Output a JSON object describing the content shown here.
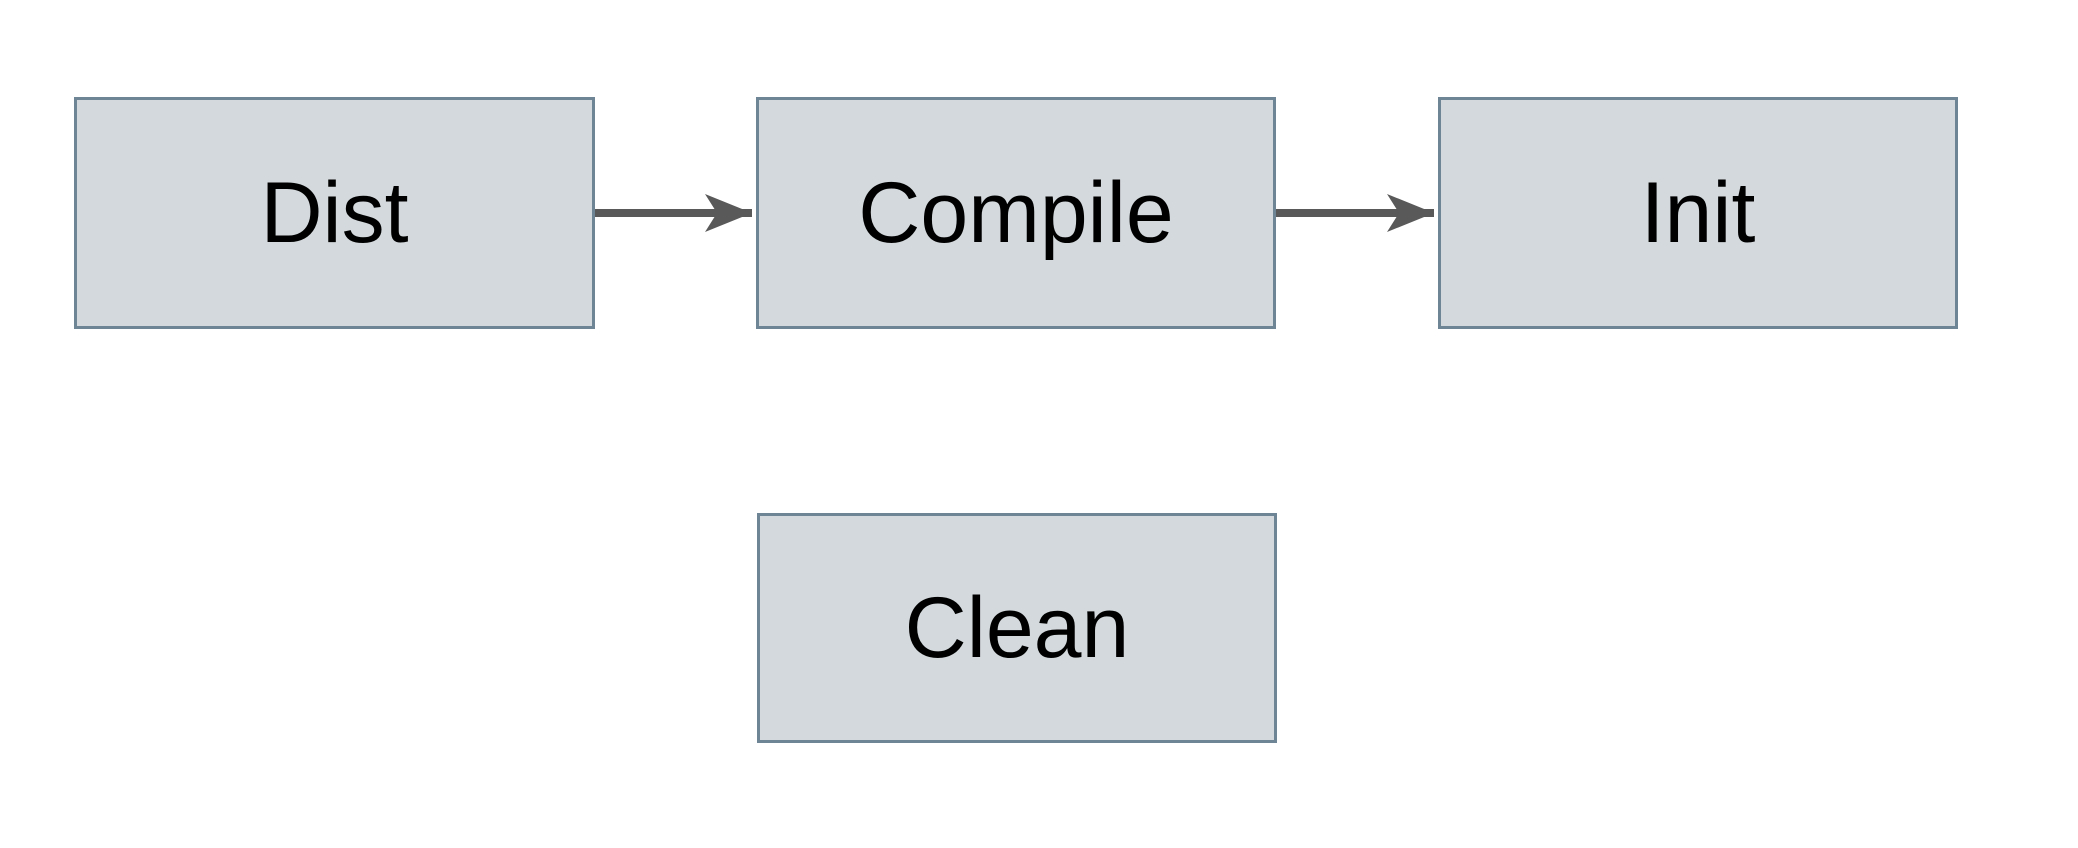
{
  "colors": {
    "page_background": "#ffffff",
    "node_fill": "#d3d9dc",
    "node_border": "#6d8594",
    "arrow": "#595959",
    "label": "#000000"
  },
  "nodes": [
    {
      "id": "dist",
      "label": "Dist"
    },
    {
      "id": "compile",
      "label": "Compile"
    },
    {
      "id": "init",
      "label": "Init"
    },
    {
      "id": "clean",
      "label": "Clean"
    }
  ],
  "edges": [
    {
      "from": "dist",
      "to": "compile"
    },
    {
      "from": "compile",
      "to": "init"
    }
  ]
}
